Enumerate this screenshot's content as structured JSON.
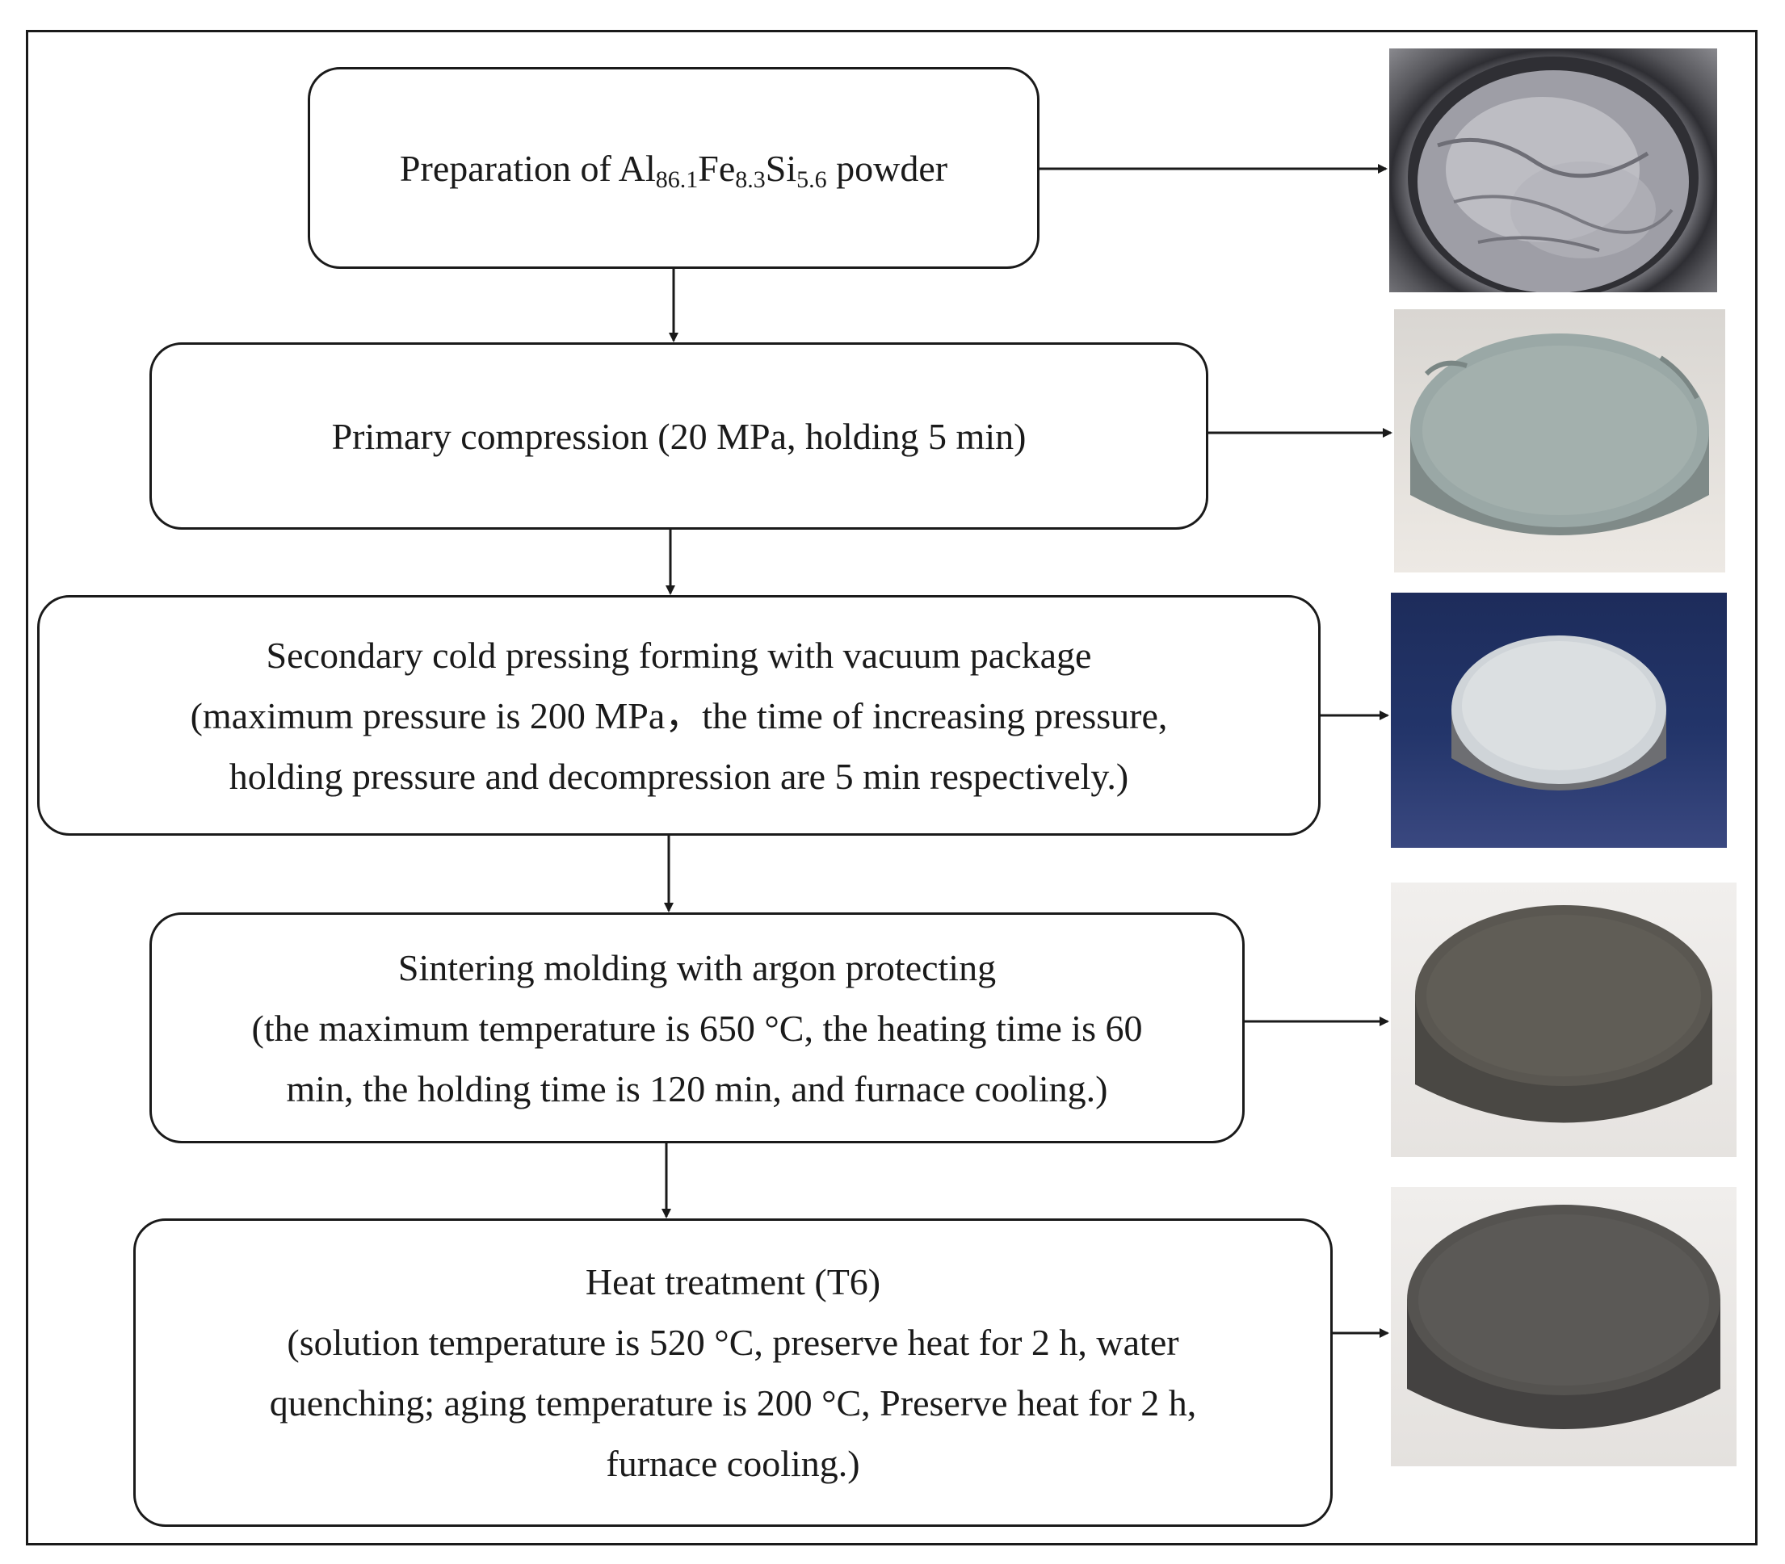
{
  "steps": [
    {
      "id": "powder-preparation",
      "title_prefix": "Preparation of Al",
      "sub1": "86.1",
      "el2": "Fe",
      "sub2": "8.3",
      "el3": "Si",
      "sub3": "5.6",
      "title_suffix": " powder"
    },
    {
      "id": "primary-compression",
      "lines": [
        "Primary compression (20 MPa, holding 5 min)"
      ]
    },
    {
      "id": "secondary-cold-pressing",
      "lines": [
        "Secondary cold pressing forming with vacuum package",
        "(maximum pressure is 200 MPa，the time of increasing pressure,",
        "holding pressure and decompression are 5 min respectively.)"
      ]
    },
    {
      "id": "sintering-molding",
      "lines": [
        "Sintering molding with argon protecting",
        "(the maximum temperature is 650 °C, the heating time is 60",
        "min, the holding time is 120 min, and furnace cooling.)"
      ]
    },
    {
      "id": "heat-treatment",
      "lines": [
        "Heat treatment (T6)",
        "(solution temperature is 520 °C, preserve heat for 2 h, water",
        "quenching; aging temperature is 200 °C, Preserve heat for 2 h,",
        "furnace cooling.)"
      ]
    }
  ],
  "photos": [
    {
      "subject": "powder-in-container"
    },
    {
      "subject": "green-compact-disc"
    },
    {
      "subject": "vacuum-packed-disc"
    },
    {
      "subject": "sintered-disc"
    },
    {
      "subject": "heat-treated-disc"
    }
  ],
  "colors": {
    "stroke": "#1a1a1a",
    "background": "#ffffff"
  }
}
